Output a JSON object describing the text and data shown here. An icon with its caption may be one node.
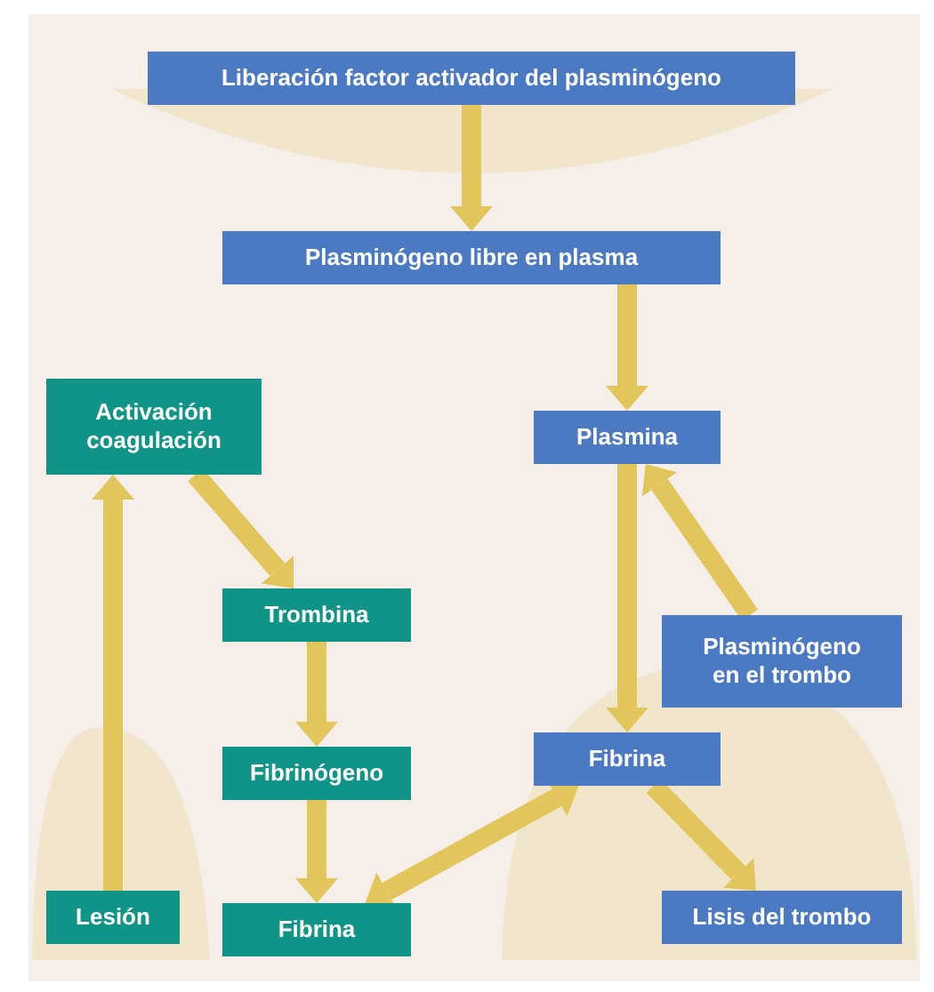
{
  "diagram": {
    "nodes": [
      {
        "text": [
          "Liberación factor activador del plasminógeno"
        ]
      },
      {
        "text": [
          "Plasminógeno libre en plasma"
        ]
      },
      {
        "text": [
          "Activación coagulación"
        ]
      },
      {
        "text": [
          "Plasmina"
        ]
      },
      {
        "text": [
          "Trombina"
        ]
      },
      {
        "text": [
          "Plasminógeno en el trombo"
        ]
      },
      {
        "text": [
          "Fibrinógeno"
        ]
      },
      {
        "text": [
          "Fibrina"
        ]
      },
      {
        "text": [
          "Lesión"
        ]
      },
      {
        "text": [
          "Fibrina"
        ]
      },
      {
        "text": [
          "Lisis del trombo"
        ]
      }
    ],
    "edges": [
      {
        "from": 0,
        "to": 1,
        "arrow": "to"
      },
      {
        "from": 1,
        "to": 3,
        "arrow": "to"
      },
      {
        "from": 8,
        "to": 2,
        "arrow": "to"
      },
      {
        "from": 2,
        "to": 4,
        "arrow": "to"
      },
      {
        "from": 4,
        "to": 6,
        "arrow": "to"
      },
      {
        "from": 6,
        "to": 9,
        "arrow": "to"
      },
      {
        "from": 3,
        "to": 7,
        "arrow": "to"
      },
      {
        "from": 5,
        "to": 3,
        "arrow": "to"
      },
      {
        "from": 9,
        "to": 7,
        "arrow": "both"
      },
      {
        "from": 7,
        "to": 10,
        "arrow": "to"
      }
    ]
  }
}
